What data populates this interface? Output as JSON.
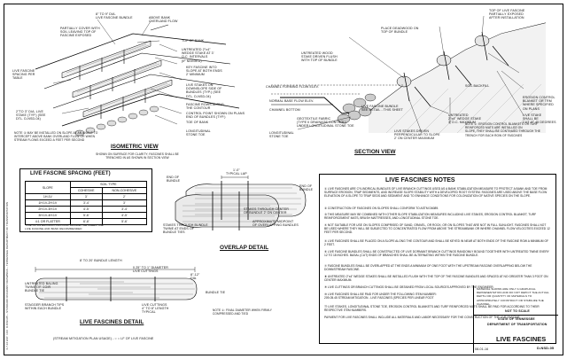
{
  "iso": {
    "title": "ISOMETRIC VIEW",
    "caption": "SHOWN ON SURFACE FOR CLARITY; FASCINES SHALL BE TRENCHED IN AS SHOWN IN SECTION VIEW",
    "labels": {
      "toe_fascines": "8\" TO 9\" DIA.\nLIVE FASCINE BUNDLE",
      "above_bank": "ABOVE BANK\nOVERLAND FLOW",
      "partially": "PARTIALLY COVER WITH\nSOIL LEAVING TOP OF\nFASCINE EXPOSED",
      "top_bank": "TOP OF BANK",
      "untreated": "UNTREATED 2\"x4\"\nWEDGE STAKE AT 3'\nO.C. INTERVALS\n(IF NEEDED)",
      "live_spacing": "LIVE FASCINE\nSPACING PER\nTABLE",
      "key": "KEY FASCINE INTO\nSLOPE AT BOTH ENDS\n2' MINIMUM",
      "stakes": "LIVE STAKES ON\nDOWNSLOPE SIDE OF\nBUNDLES (TYP.) (SEE\nDTL. D-NSD-04)",
      "rows": "FASCINE ROWS ALONG\nTHE CONTOUR",
      "control": "CONTROL POINT SHOWN ON PLANS\nEND OF BUNDLES (TYP.)",
      "toe_slope": "TOE OF BANK",
      "longitudinal": "LONGITUDINAL\nSTONE TOE",
      "stake_len": "2\"TO 3\" DIA. LIVE\nSTAKE (TYP.) (SEE\nDTL. D-NSD-04)"
    },
    "note": "NOTE ① MAY BE INSTALLED ON SLOPE AT AN ANGLE TO\nINTERCEPT ABOVE BANK OVERLAND FLOW OR WHEN\nSTREAM FLOWS EXCEED A FEET PER SECOND"
  },
  "section": {
    "title": "SECTION VIEW",
    "labels": {
      "top_live": "TOP OF LIVE FASCINE\nPARTIALLY EXPOSED\nAFTER INSTALLATION",
      "place": "PLACE DEADWOOD ON\nTOP OF BUNDLE",
      "wedge": "UNTREATED WOOD\nSTAKE DRIVEN FLUSH\nWITH TOP OF BUNDLE",
      "soil_backfill": "SOIL BACKFILL",
      "erosion": "EROSION CONTROL\nBLANKET OR TRM\nWHERE SPECIFIED\nON PLANS",
      "live_stake": "LIVE STAKE\nSHALL BE\nCUT AT 45 DEGREES",
      "channel": "CHANNEL FORMING FLOW ELEV.",
      "normal": "NORMAL BASE FLOW ELEV.",
      "channel_bottom": "CHANNEL BOTTOM",
      "geotextile": "GEOTEXTILE FABRIC\n(TYPE II DRAINAGE CONTROL)\nUNDER LONGITUDINAL STONE TOE",
      "longitudinal": "LONGITUDINAL\nSTONE TOE",
      "untreated": "UNTREATED\n2\"x4\" WEDGE STAKE\n3' O.C. MAXIMUM",
      "perp": "LIVE STAKES DRIVEN\nPERPENDICULAR TO SLOPE\n2' ON CENTER MAXIMUM",
      "bundle_dtl": "LIVE FASCINE BUNDLE\nSEE DETAIL - THIS SHEET",
      "note": "NOTE ①: EROSION CONTROL BLANKETS OR TURF\nREINFORCED MATS ARE INSTALLED ON\nSLOPE, THEY SHALL BE CONTINUED THROUGH THE\nTRENCH FOR EACH ROW OF FASCINES"
    }
  },
  "spacing": {
    "title": "LIVE FASCINE SPACING (FEET)",
    "soil_type": "SOIL TYPE",
    "headers": [
      "SLOPE",
      "COHESIVE",
      "NON-COHESIVE"
    ],
    "rows": [
      [
        "1H:1V",
        "3'",
        "2'"
      ],
      [
        "1H:1V-2H:1V",
        "3'-4'",
        "3'"
      ],
      [
        "2H:1V-3H:1V",
        "4'-5'",
        "3'-4'"
      ],
      [
        "3H:1V-4H:1V",
        "5'-6'",
        "4'-5'"
      ],
      [
        "4:1 OR FLATTER",
        "6'-8'",
        "5'-6'"
      ]
    ],
    "footnote": "*USE OF AN EROSION CONTROL BLANKET BETWEEN THE\nLIVE FASCINE AND BANK RECOMMENDED"
  },
  "overlap": {
    "title": "OVERLAP DETAIL",
    "typical": "1'-0\"\nTYPICAL LAP",
    "end1": "END OF\nBUNDLE",
    "end2": "END OF\nBUNDLE",
    "stakes": "STAKES THROUGH BUNDLE\nTWINE AT ENDS OF\nBUNDLE TIES",
    "stakes_center": "STAKES THROUGH CENTER\nOF BUNDLE 2' ON CENTER",
    "approx": "APPROXIMATE MIDPOINT\nOF OVERLAPPING BUNDLES"
  },
  "fascines_detail": {
    "title": "LIVE FASCINES DETAIL",
    "length": "8' TO 20' BUNDLE LENGTH",
    "twine": "UNTREATED BALING\nTWINE OR COIR\nBUNDLE TIE",
    "staggered": "STAGGER BRANCH TIPS\nWITHIN EACH BUNDLE",
    "cuttings": "0.25\" TO 1\" DIAMETER\nLIVE CUTTINGS",
    "cuttings2": "LIVE CUTTINGS\n4\" TO 8\" LENGTH\nTYPICAL",
    "note": "NOTE ①: FINAL DIAMETER WHEN FIRMLY\nCOMPRESSED AND TIED",
    "bundle_tie": "BUNDLE TIE",
    "dia": "8\"-12\"\nDIA.",
    "mitigation": "(STREAM MITIGATION PLAN USAGE) - ○ ○ LF OF LIVE FASCINE"
  },
  "notes": {
    "title": "LIVE FASCINES NOTES",
    "items": [
      "① LIVE FASCINES ARE CYLINDRICAL BUNDLES OF LIVE BRANCH CUTTINGS USED AS A BANK STABILIZATION MEASURE TO PROTECT A BANK AND TOE FROM SURFACE EROSION, TRAP SEDIMENTS, AND INCREASE SLOPE STABILITY WITH A DEVELOPED ROOT SYSTEM. FASCINES ARE USED ABOVE THE BASE FLOW ELEVATION OF A SLOPE TO TRAP SEDS AND SEDIMENT AND TO ENHANCE CONDITIONS FOR COLONIZATION OF NATIVE SPECIES ON THE SLOPE.",
      "② CONSTRUCTION OF FASCINES ON SLOPES SHALL CONFORM TO ASTM D6089.",
      "③ THIS MEASURE MAY BE COMBINED WITH OTHER SLOPE STABILIZATION MEASURES INCLUDING LIVE STAKES, EROSION CONTROL BLANKET, TURF REINFORCEMENT MATS, BRUSH MATTRESSES, AND LONGITUDINAL STONE TOE.",
      "④ NOT SUITABLE FOR USE ON SLOPES COMPRISED OF SAND, GRAVEL, OR ROCK; OR ON SLOPES THAT ARE NOT IN FULL SUNLIGHT. FASCINES SHALL NOT BE USED WHERE THEY WILL BE SUBJECTED TO CONCENTRATED FLOW FROM ABOVE THE STREAMBANK OR WHERE CHANNEL FLOW VELOCITIES EXCEED 12 FEET PER SECOND.",
      "⑤ LIVE FASCINES SHALL BE PLACED ON A SLOPE ALONG THE CONTOUR AND SHALL BE KEYED IN NEAR AT BOTH ENDS OF THE FASCINE ROW A MINIMUM OF 2 FEET.",
      "⑥ LIVE FASCINE BUNDLES SHALL BE CONSTRUCTED OF LIVE DORMANT BRANCH CUTTINGS RANDOMLY BOUND TOGETHER WITH UNTREATED TWINE EVERY 12 TO 18 INCHES. BASAL (CUT) ENDS OF BRANCHES SHALL BE ALTERNATING WITHIN THE FASCINE BUNDLE.",
      "⑦ FASCINE BUNDLES SHALL BE OVERLAPPED AT THE ENDS A MINIMUM OF ONE FOOT WITH THE UPSTREAM FASCINE OVERLAPPING BELOW THE DOWNSTREAM FASCINE.",
      "⑧ UNTREATED 2\"x4\" WEDGE STAKES SHALL BE INSTALLED FLUSH WITH THE TOP OF THE FASCINE BUNDLES AND SPACED AT NO GREATER THAN 3 FOOT ON CENTER MAXIMUM.",
      "⑨ LIVE CUTTINGS OR BRANCH CUTTINGS SHALL BE OBTAINED FROM LOCAL SOURCES APPROVED BY THE ENGINEER.",
      "⑩ LIVE FASCINES SHALL BE PAID FOR UNDER THE FOLLOWING ITEM NUMBER:\n      209-05.45      STREAM MITIGATION - LIVE FASCINES (SPECIES PER LINEAR FOOT",
      "⑪ LIVE STAKES, LONGITUDINAL STONE TOE, EROSION CONTROL BLANKETS AND TURF REINFORCED MATS SHALL BE PAID FOR ACCORDING TO THEIR RESPECTIVE ITEM NUMBERS.\n\nPAYMENT FOR LIVE FASCINES SHALL INCLUDE ALL MATERIALS AND LABOR NECESSARY FOR THE CONSTRUCTION OF THE LIVE FASCINE."
    ]
  },
  "titleblock": {
    "disclaimer": "MATERIAL SHOWN ARE ONLY A GRAPHICAL REPRESENTATION AND DO NOT DEPICT THE ACTUAL DEPTH OR QUANTITY OF MATERIALS TO APPROPRIATELY CONSTRUCT OR STABILIZE THE CHANNEL.",
    "scale": "NOT TO SCALE",
    "state": "STATE OF TENNESSEE",
    "dept": "DEPARTMENT OF TRANSPORTATION",
    "title": "LIVE FASCINES",
    "date": "08-01-16",
    "dwg": "D-NSD-05"
  },
  "side_text": "D-NSD-05  –  STANDARD ROADWAY DRAWINGS  –  TENNESSEE DEPARTMENT OF TRANSPORTATION",
  "side_ref": "6-7-16 EST. 1/16"
}
